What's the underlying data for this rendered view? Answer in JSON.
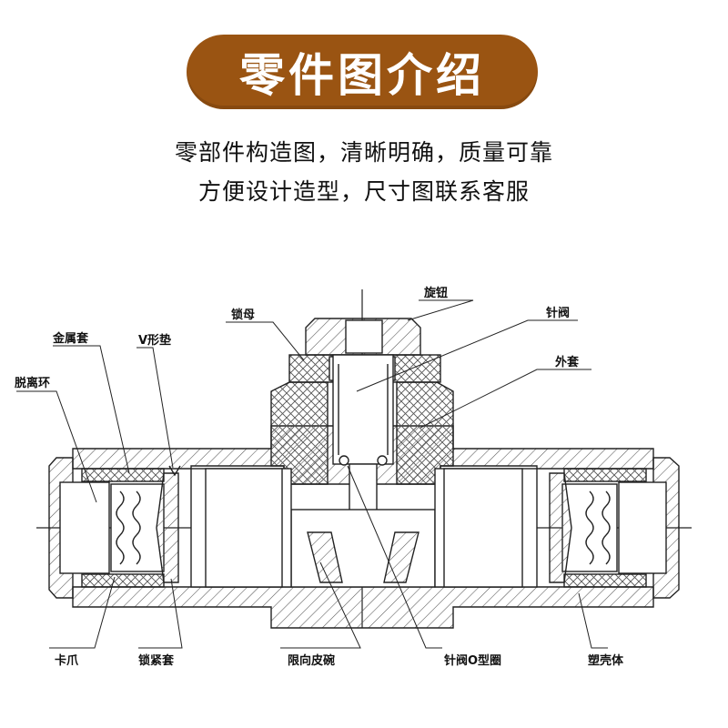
{
  "header": {
    "title": "零件图介绍",
    "subtitle_line1": "零部件构造图，清晰明确，质量可靠",
    "subtitle_line2": "方便设计造型，尺寸图联系客服"
  },
  "diagram": {
    "labels": {
      "knob": "旋钮",
      "lock_nut": "锁母",
      "needle_valve": "针阀",
      "outer_sleeve": "外套",
      "metal_sleeve": "金属套",
      "v_gasket": "V形垫",
      "release_ring": "脱离环",
      "claw": "卡爪",
      "lock_sleeve": "锁紧套",
      "limit_cup": "限向皮碗",
      "needle_o_ring": "针阀O型圈",
      "plastic_shell": "塑壳体"
    }
  },
  "colors": {
    "banner": "#9a5412",
    "banner_text": "#ffffff",
    "line": "#222222",
    "hatch": "#555555"
  }
}
